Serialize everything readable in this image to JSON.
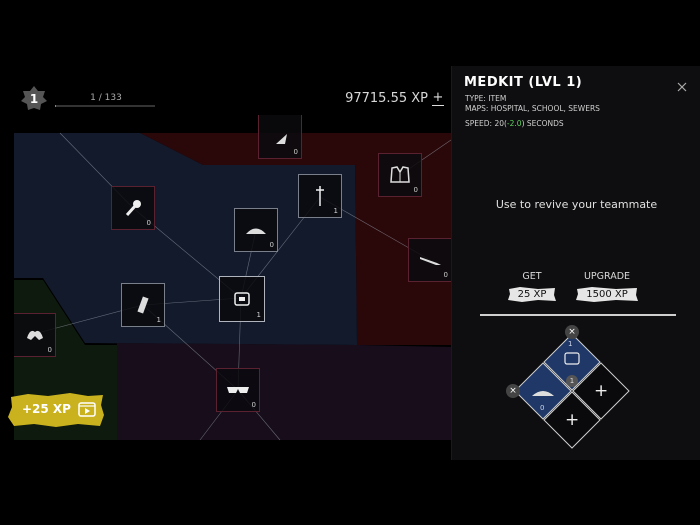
{
  "hud": {
    "level": "1",
    "progress_text": "1 / 133",
    "progress_fraction": 0.0075,
    "xp_total": "97715.55 XP",
    "xp_plus": "+"
  },
  "ad_reward": {
    "label": "+25 XP",
    "icon": "video-reward-icon"
  },
  "nodes": [
    {
      "name": "node-top-item",
      "icon": "shield-shard-icon",
      "count": "0"
    },
    {
      "name": "node-jacket",
      "icon": "vest-icon",
      "count": "0"
    },
    {
      "name": "node-cross",
      "icon": "cross-icon",
      "count": "1"
    },
    {
      "name": "node-flashlight",
      "icon": "flashlight-icon",
      "count": "0"
    },
    {
      "name": "node-cap",
      "icon": "cap-icon",
      "count": "0"
    },
    {
      "name": "node-knife",
      "icon": "knife-icon",
      "count": "0"
    },
    {
      "name": "node-battery",
      "icon": "battery-icon",
      "count": "1"
    },
    {
      "name": "node-medkit",
      "icon": "medkit-icon",
      "count": "1"
    },
    {
      "name": "node-gloves",
      "icon": "gloves-icon",
      "count": "0"
    },
    {
      "name": "node-sunglasses",
      "icon": "sunglasses-icon",
      "count": "0"
    }
  ],
  "panel": {
    "title": "MEDKIT (LVL 1)",
    "type_line": "TYPE: ITEM",
    "maps_line": "MAPS: HOSPITAL, SCHOOL, SEWERS",
    "speed_prefix": "SPEED: 20(",
    "speed_delta": "-2.0",
    "speed_suffix": ") SECONDS",
    "description": "Use to revive your teammate",
    "get_label": "GET",
    "get_price": "25 XP",
    "upgrade_label": "UPGRADE",
    "upgrade_price": "1500 XP",
    "close": "×"
  },
  "combine": {
    "slot_top_count": "1",
    "slot_left_count": "0",
    "add_symbol": "+",
    "remove_symbol": "×",
    "center_badge": "1"
  },
  "colors": {
    "region_blue": "#121a2c",
    "region_red": "#2a0709",
    "region_purple": "#170d1b",
    "region_green": "#0f1a0f",
    "ad_yellow": "#c9b21e",
    "slot_blue": "#1f3868",
    "green_text": "#5fd35f"
  }
}
